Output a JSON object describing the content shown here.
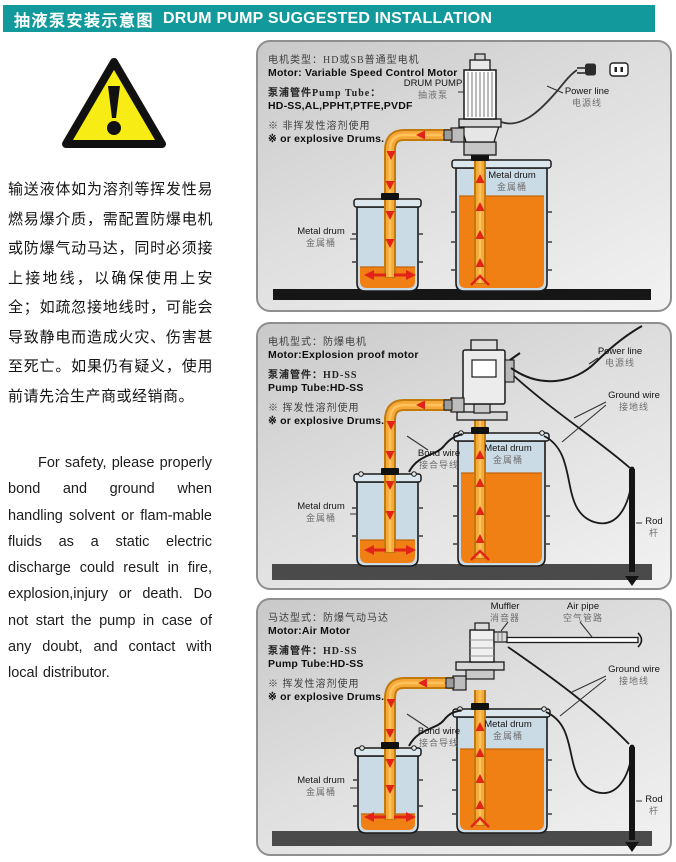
{
  "header": {
    "title_zh": "抽液泵安装示意图",
    "title_en": "DRUM PUMP SUGGESTED INSTALLATION"
  },
  "colors": {
    "header_teal": "#12999C",
    "warning_yellow": "#F7EC13",
    "liquid_orange": "#F08014",
    "tube_yellow": "#F6A93B",
    "arrow_red": "#E2231A",
    "drum_body": "#CBDBE5"
  },
  "left_column": {
    "paragraph_zh": "输送液体如为溶剂等挥发性易燃易爆介质，需配置防爆电机或防爆气动马达，同时必须接上接地线，以确保使用上安全；如疏忽接地线时，可能会导致静电而造成火灾、伤害甚至死亡。如果仍有疑义，使用前请先洽生产商或经销商。",
    "paragraph_en": "For safety, please properly bond and ground when handling solvent or flam-mable fluids as a static electric discharge could result in fire, explosion,injury or death. Do not start the pump in case of any doubt, and contact with local distributor."
  },
  "panels": [
    {
      "name": "electric-motor",
      "info_lines": [
        "电机类型：HD或SB普通型电机",
        "Motor: Variable Speed Control Motor",
        "泵浦管件Pump Tube：",
        "HD-SS,AL,PPHT,PTFE,PVDF",
        "※ 非挥发性溶剂使用",
        "※ or explosive Drums."
      ],
      "labels": {
        "drum_pump": {
          "en": "DRUM PUMP",
          "zh": "抽液泵"
        },
        "power_line": {
          "en": "Power line",
          "zh": "电源线"
        },
        "metal_drum_left": {
          "en": "Metal drum",
          "zh": "金属桶"
        },
        "metal_drum_right": {
          "en": "Metal drum",
          "zh": "金属桶"
        }
      }
    },
    {
      "name": "explosion-proof-motor",
      "info_lines": [
        "电机型式：防爆电机",
        "Motor:Explosion proof motor",
        "泵浦管件：HD-SS",
        "Pump Tube:HD-SS",
        "※ 挥发性溶剂使用",
        "※ or explosive Drums."
      ],
      "labels": {
        "power_line": {
          "en": "Power line",
          "zh": "电源线"
        },
        "ground_wire": {
          "en": "Ground wire",
          "zh": "接地线"
        },
        "bond_wire": {
          "en": "Bond wire",
          "zh": "接合导线"
        },
        "metal_drum_left": {
          "en": "Metal drum",
          "zh": "金属桶"
        },
        "metal_drum_right": {
          "en": "Metal drum",
          "zh": "金属桶"
        },
        "rod": {
          "en": "Rod",
          "zh": "杆"
        }
      }
    },
    {
      "name": "air-motor",
      "info_lines": [
        "马达型式：防爆气动马达",
        "Motor:Air Motor",
        "泵浦管件：HD-SS",
        "Pump Tube:HD-SS",
        "※ 挥发性溶剂使用",
        "※ or explosive Drums."
      ],
      "labels": {
        "muffler": {
          "en": "Muffler",
          "zh": "消音器"
        },
        "air_pipe": {
          "en": "Air pipe",
          "zh": "空气管路"
        },
        "ground_wire": {
          "en": "Ground wire",
          "zh": "接地线"
        },
        "bond_wire": {
          "en": "Bond wire",
          "zh": "接合导线"
        },
        "metal_drum_left": {
          "en": "Metal drum",
          "zh": "金属桶"
        },
        "metal_drum_right": {
          "en": "Metal drum",
          "zh": "金属桶"
        },
        "rod": {
          "en": "Rod",
          "zh": "杆"
        }
      }
    }
  ]
}
